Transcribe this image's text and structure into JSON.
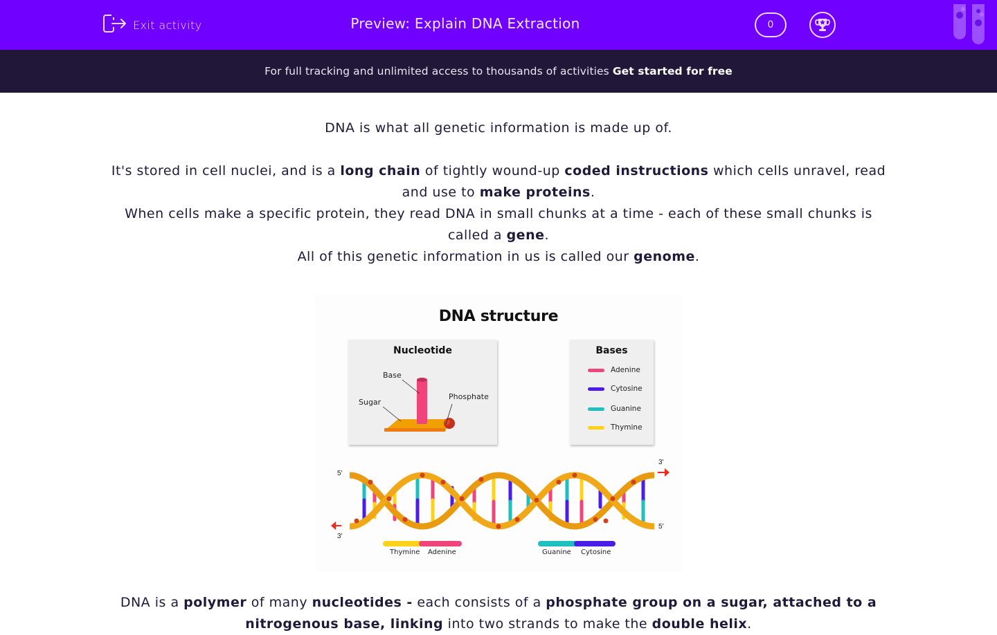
{
  "header": {
    "exit_label": "Exit activity",
    "title": "Preview: Explain DNA Extraction",
    "score": "0",
    "icons": {
      "exit": "exit-icon",
      "trophy": "trophy-icon",
      "logo": "test-tubes-logo-icon"
    },
    "colors": {
      "bar": "#7000ff",
      "text": "#f4e9fb"
    }
  },
  "banner": {
    "text": "For full tracking and unlimited access to thousands of activities",
    "cta": "Get started for free",
    "colors": {
      "bg": "#211839"
    }
  },
  "intro": {
    "line1": "DNA is what all genetic information is made up of.",
    "p2": {
      "t1": "It's stored in cell nuclei, and is a ",
      "b1": "long chain",
      "t2": " of tightly wound-up ",
      "b2": "coded instructions",
      "t3": " which cells unravel, read and use to ",
      "b3": "make proteins",
      "t4": "."
    },
    "p3": {
      "t1": "When cells make a specific protein, they read DNA in small chunks at a time - each of these small chunks is called a ",
      "b1": "gene",
      "t2": "."
    },
    "p4": {
      "t1": "All of this genetic information in us is called our ",
      "b1": "genome",
      "t2": "."
    }
  },
  "figure": {
    "title": "DNA structure",
    "nucleotide": {
      "title": "Nucleotide",
      "labels": {
        "base": "Base",
        "sugar": "Sugar",
        "phosphate": "Phosphate"
      }
    },
    "bases": {
      "title": "Bases",
      "items": [
        {
          "name": "Adenine",
          "color": "#f0457a"
        },
        {
          "name": "Cytosine",
          "color": "#4a1ee6"
        },
        {
          "name": "Guanine",
          "color": "#1fbfc0"
        },
        {
          "name": "Thymine",
          "color": "#ffd21a"
        }
      ]
    },
    "helix": {
      "top_left": "5′",
      "top_right": "3′",
      "bottom_left": "3′",
      "bottom_right": "5′"
    },
    "pairs": [
      {
        "left": "Thymine",
        "right": "Adenine"
      },
      {
        "left": "Guanine",
        "right": "Cytosine"
      }
    ]
  },
  "para2": {
    "t1": "DNA is a ",
    "b1": "polymer",
    "t2": " of many ",
    "b2": "nucleotides -",
    "t3": " each consists of a ",
    "b3": "phosphate group on a sugar, attached to a nitrogenous base, linking",
    "t4": " into two strands to make the ",
    "b4": "double helix",
    "t5": "."
  }
}
